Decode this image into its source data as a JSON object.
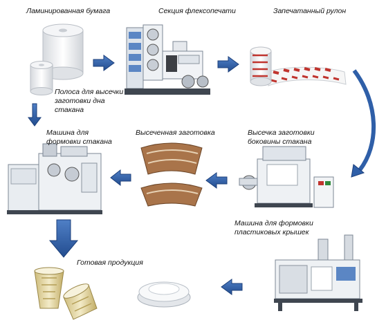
{
  "labels": {
    "laminated_paper": "Ламинированная бумага",
    "flexo_section": "Секция флексопечати",
    "printed_roll": "Запечатанный рулон",
    "bottom_strip": "Полоса для высечки заготовки дна стакана",
    "cup_forming_machine": "Машина для формовки стакана",
    "cut_blank": "Высеченная заготовка",
    "side_cutting": "Высечка заготовки боковины стакана",
    "lid_forming_machine": "Машина для формовки пластиковых крышек",
    "finished_product": "Готовая продукция"
  },
  "colors": {
    "arrow_fill": "#2f5fa8",
    "arrow_stroke": "#1c3f7a",
    "machine_white": "#e9edf1",
    "machine_blue": "#5b86c4",
    "blank_brown": "#a9744a"
  }
}
